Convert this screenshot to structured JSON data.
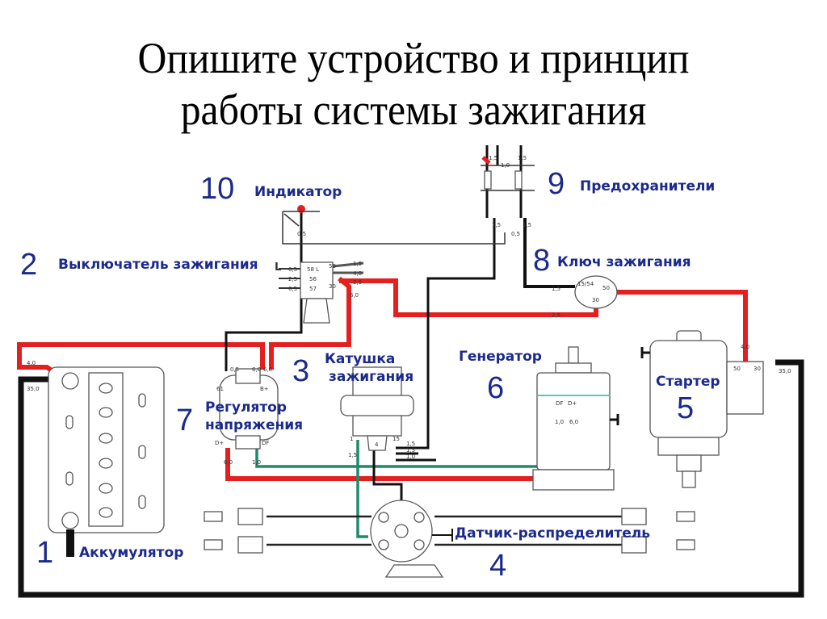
{
  "slide": {
    "title_line1": "Опишите устройство и принцип",
    "title_line2": "работы системы зажигания"
  },
  "components": [
    {
      "number": "1",
      "label": "Аккумулятор"
    },
    {
      "number": "2",
      "label": "Выключатель зажигания"
    },
    {
      "number": "3",
      "label": "Катушка",
      "label2": "зажигания"
    },
    {
      "number": "4",
      "label": "Датчик-распределитель"
    },
    {
      "number": "5",
      "label": "Стартер"
    },
    {
      "number": "6",
      "label": "Генератор"
    },
    {
      "number": "7",
      "label": "Регулятор",
      "label2": "напряжения"
    },
    {
      "number": "8",
      "label": "Ключ зажигания"
    },
    {
      "number": "9",
      "label": "Предохранители"
    },
    {
      "number": "10",
      "label": "Индикатор"
    }
  ],
  "wire_labels": {
    "battery_pos": "4,0",
    "battery_neg": "35,0",
    "indicator": "0,5",
    "switch_l": "L",
    "switch_05a": "0,5",
    "switch_25": "2,5",
    "switch_05b": "0,5",
    "switch_t58l": "58 L",
    "switch_t56": "56",
    "switch_t57": "57",
    "switch_t58": "58",
    "switch_t30": "30",
    "switch_15": "1,5",
    "switch_40": "4,0",
    "switch_25b": "2,5",
    "switch_60": "6,0",
    "fuse_15a": "1,5",
    "fuse_10": "1,0",
    "fuse_15b": "1,5",
    "fuse_15c": "1,5",
    "fuse_05": "0,5",
    "fuse_15d": "1,5",
    "key_15": "1,5",
    "key_t1554": "15/54",
    "key_t50": "50",
    "key_t30": "30",
    "key_25": "2,5",
    "reg_05": "0,5",
    "reg_60a": "6,0",
    "reg_60b": "6,0",
    "reg_61": "61",
    "reg_b": "B+",
    "reg_d": "D+",
    "reg_df": "DF",
    "reg_60c": "6,0",
    "reg_10": "1,0",
    "coil_1": "1",
    "coil_4": "4",
    "coil_15t": "15",
    "coil_15a": "1,5",
    "coil_15b": "1,5",
    "coil_15c": "1,5",
    "coil_10": "1,0",
    "gen_df": "DF",
    "gen_d": "D+",
    "gen_10": "1,0",
    "gen_60": "6,0",
    "starter_40": "4,0",
    "starter_t50": "50",
    "starter_t30": "30",
    "starter_35": "35,0"
  },
  "colors": {
    "power_wire": "#e3201f",
    "signal_wire": "#1f8a6a",
    "ground_wire": "#111111",
    "label_text": "#1b2a8c"
  }
}
